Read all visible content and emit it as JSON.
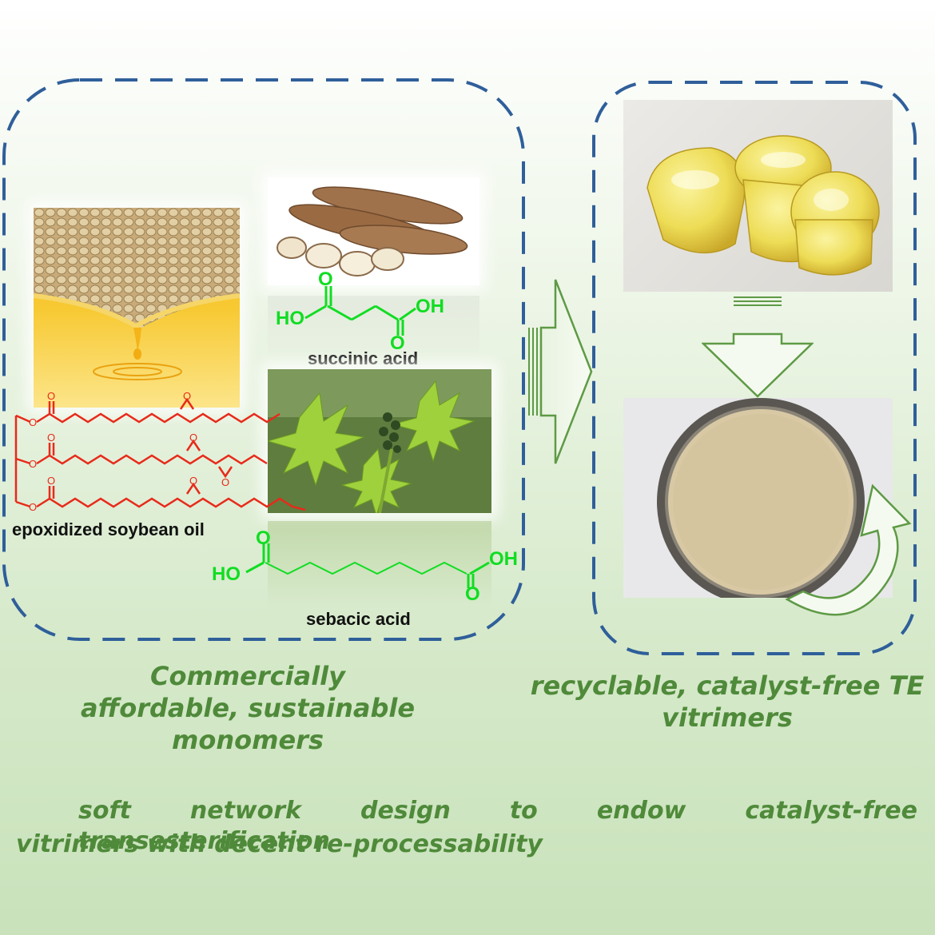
{
  "labels": {
    "epoxidized_soybean_oil": "epoxidized soybean oil",
    "succinic_acid": "succinic acid",
    "sebacic_acid": "sebacic acid"
  },
  "chem_text": {
    "succinic_ho": "HO",
    "succinic_oh": "OH",
    "succinic_o_top": "O",
    "succinic_o_bottom": "O",
    "sebacic_ho": "HO",
    "sebacic_oh": "OH",
    "sebacic_o_top": "O",
    "sebacic_o_bottom": "O"
  },
  "captions": {
    "left": "Commercially affordable, sustainable monomers",
    "right": "recyclable, catalyst-free TE vitrimers",
    "bottom_line1": "soft network design to endow catalyst-free transesterification",
    "bottom_line2": "vitrimers with decent re-processability"
  },
  "colors": {
    "frame": "#2f5f9a",
    "caption": "#4f8a3a",
    "arrow": "#5e9a45",
    "ester": "#e82a1a",
    "acid": "#11dd22"
  }
}
